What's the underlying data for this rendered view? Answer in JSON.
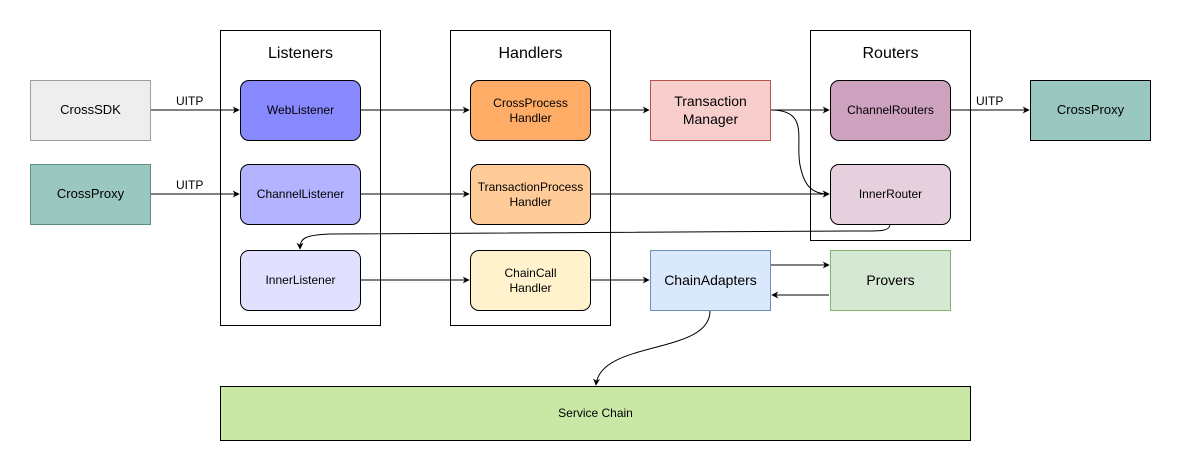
{
  "groups": {
    "listeners": {
      "title": "Listeners"
    },
    "handlers": {
      "title": "Handlers"
    },
    "routers": {
      "title": "Routers"
    }
  },
  "nodes": {
    "cross_sdk": {
      "label": "CrossSDK",
      "fill": "#eeeeee",
      "stroke": "#9e9e9e"
    },
    "cross_proxy_left": {
      "label": "CrossProxy",
      "fill": "#9ac7bf",
      "stroke": "#5e8f86"
    },
    "web_listener": {
      "label": "WebListener",
      "fill": "#8888ff",
      "stroke": "#000000"
    },
    "channel_listener": {
      "label": "ChannelListener",
      "fill": "#b3b3ff",
      "stroke": "#000000"
    },
    "inner_listener": {
      "label": "InnerListener",
      "fill": "#e1e1ff",
      "stroke": "#000000"
    },
    "cross_process_handler": {
      "label": "CrossProcess\nHandler",
      "fill": "#ffad66",
      "stroke": "#000000"
    },
    "transaction_process_handler": {
      "label": "TransactionProcess\nHandler",
      "fill": "#ffcc99",
      "stroke": "#000000"
    },
    "chaincall_handler": {
      "label": "ChainCall\nHandler",
      "fill": "#fff2cc",
      "stroke": "#000000"
    },
    "transaction_manager": {
      "label": "Transaction\nManager",
      "fill": "#f8cecc",
      "stroke": "#b85450"
    },
    "chain_adapters": {
      "label": "ChainAdapters",
      "fill": "#dae8fc",
      "stroke": "#6c8ebf"
    },
    "provers": {
      "label": "Provers",
      "fill": "#d5e8d4",
      "stroke": "#82b366"
    },
    "channel_routers": {
      "label": "ChannelRouters",
      "fill": "#cda2be",
      "stroke": "#000000"
    },
    "inner_router": {
      "label": "InnerRouter",
      "fill": "#e6d0de",
      "stroke": "#000000"
    },
    "cross_proxy_right": {
      "label": "CrossProxy",
      "fill": "#9ac7bf",
      "stroke": "#000000"
    },
    "service_chain": {
      "label": "Service Chain",
      "fill": "#c9e7a5",
      "stroke": "#000000"
    }
  },
  "edge_labels": {
    "uitp_1": "UITP",
    "uitp_2": "UITP",
    "uitp_3": "UITP"
  },
  "edges": [
    {
      "from": "cross_sdk",
      "to": "web_listener",
      "label": "UITP"
    },
    {
      "from": "cross_proxy_left",
      "to": "channel_listener",
      "label": "UITP"
    },
    {
      "from": "web_listener",
      "to": "cross_process_handler"
    },
    {
      "from": "channel_listener",
      "to": "transaction_process_handler"
    },
    {
      "from": "inner_listener",
      "to": "chaincall_handler"
    },
    {
      "from": "cross_process_handler",
      "to": "transaction_manager"
    },
    {
      "from": "transaction_manager",
      "to": "channel_routers"
    },
    {
      "from": "transaction_manager",
      "to": "inner_router"
    },
    {
      "from": "transaction_process_handler",
      "to": "inner_router"
    },
    {
      "from": "inner_router",
      "to": "inner_listener"
    },
    {
      "from": "channel_routers",
      "to": "cross_proxy_right",
      "label": "UITP"
    },
    {
      "from": "chaincall_handler",
      "to": "chain_adapters"
    },
    {
      "from": "chain_adapters",
      "to": "provers"
    },
    {
      "from": "provers",
      "to": "chain_adapters"
    },
    {
      "from": "chain_adapters",
      "to": "service_chain"
    }
  ]
}
